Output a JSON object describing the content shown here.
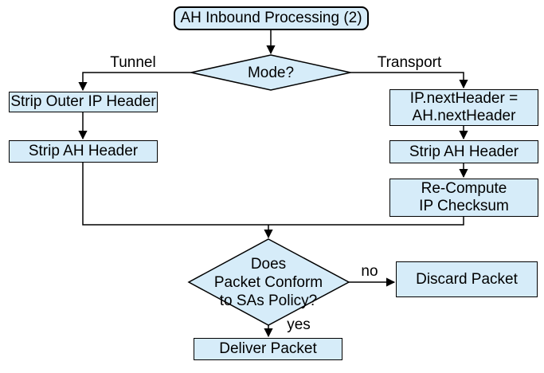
{
  "diagram": {
    "colors": {
      "background": "#ffffff",
      "node_fill": "#d6ecf9",
      "node_border": "#000000",
      "line_color": "#000000",
      "text_color": "#000000"
    },
    "nodes": {
      "start": {
        "label": "AH Inbound Processing (2)"
      },
      "mode": {
        "label": "Mode?"
      },
      "strip_outer_ip": {
        "label": "Strip Outer IP Header"
      },
      "strip_ah_tunnel": {
        "label": "Strip AH Header"
      },
      "ip_next_header": {
        "line1": "IP.nextHeader =",
        "line2": "AH.nextHeader"
      },
      "strip_ah_transport": {
        "label": "Strip AH Header"
      },
      "recompute_checksum": {
        "line1": "Re-Compute",
        "line2": "IP Checksum"
      },
      "policy": {
        "line1": "Does",
        "line2": "Packet Conform",
        "line3": "to SAs Policy?"
      },
      "discard": {
        "label": "Discard Packet"
      },
      "deliver": {
        "label": "Deliver Packet"
      }
    },
    "edge_labels": {
      "tunnel": "Tunnel",
      "transport": "Transport",
      "no": "no",
      "yes": "yes"
    }
  }
}
